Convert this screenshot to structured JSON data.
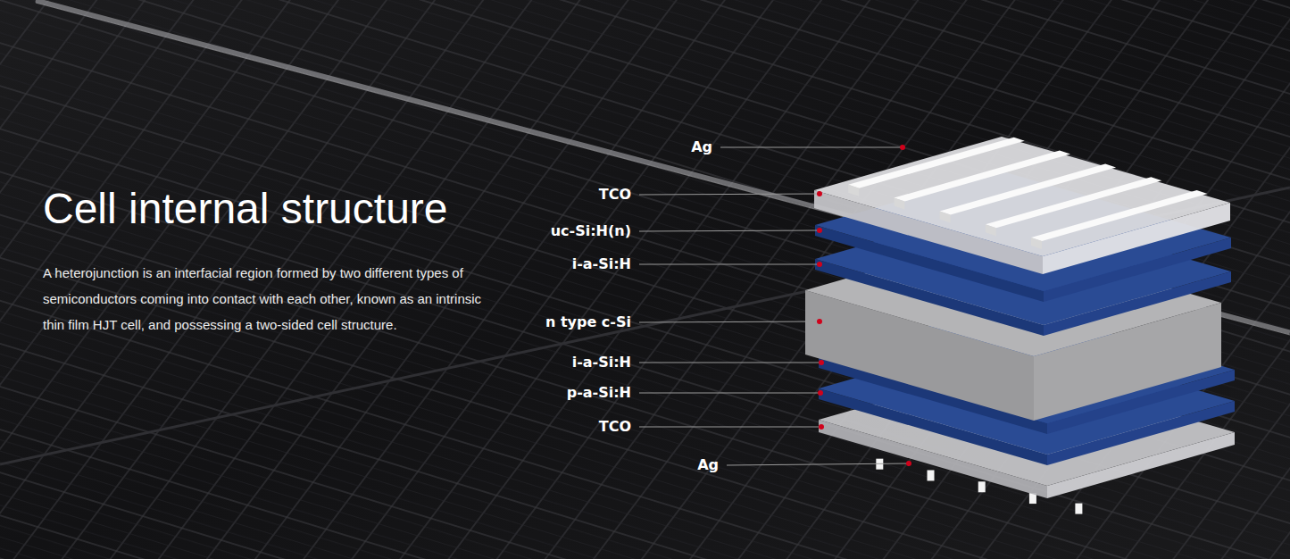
{
  "diagram": {
    "title": "Cell internal structure",
    "caption": "A heterojunction is an interfacial region formed by two different types of semiconductors coming into contact with each other, known as an intrinsic thin film HJT cell, and possessing a two-sided cell structure.",
    "labels": [
      "Ag",
      "TCO",
      "uc-Si:H(n)",
      "i-a-Si:H",
      "n type c-Si",
      "i-a-Si:H",
      "p-a-Si:H",
      "TCO",
      "Ag"
    ]
  }
}
